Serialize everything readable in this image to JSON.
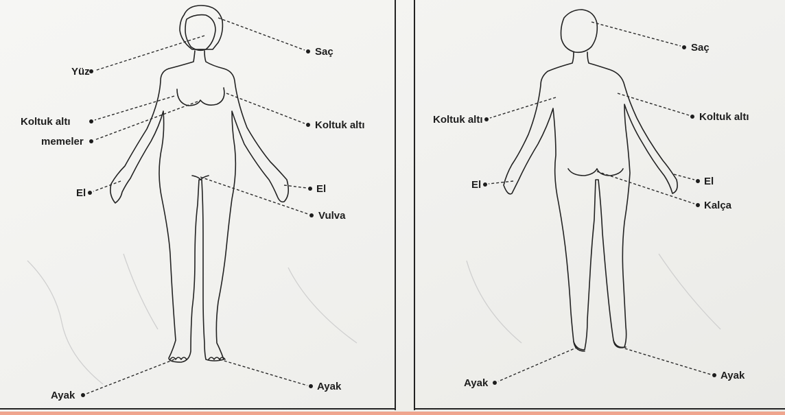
{
  "front_figure": {
    "labels": {
      "yuz": "Yüz",
      "sac": "Saç",
      "koltuk_alti_left": "Koltuk altı",
      "koltuk_alti_right": "Koltuk altı",
      "memeler": "memeler",
      "el_left": "El",
      "el_right": "El",
      "vulva": "Vulva",
      "ayak_left": "Ayak",
      "ayak_right": "Ayak"
    }
  },
  "back_figure": {
    "labels": {
      "sac": "Saç",
      "koltuk_alti_left": "Koltuk altı",
      "koltuk_alti_right": "Koltuk altı",
      "el_left": "El",
      "el_right": "El",
      "kalca": "Kalça",
      "ayak_left": "Ayak",
      "ayak_right": "Ayak"
    }
  },
  "colors": {
    "background": "#efa58e",
    "paper": "#f4f4f1",
    "line": "#222222"
  }
}
